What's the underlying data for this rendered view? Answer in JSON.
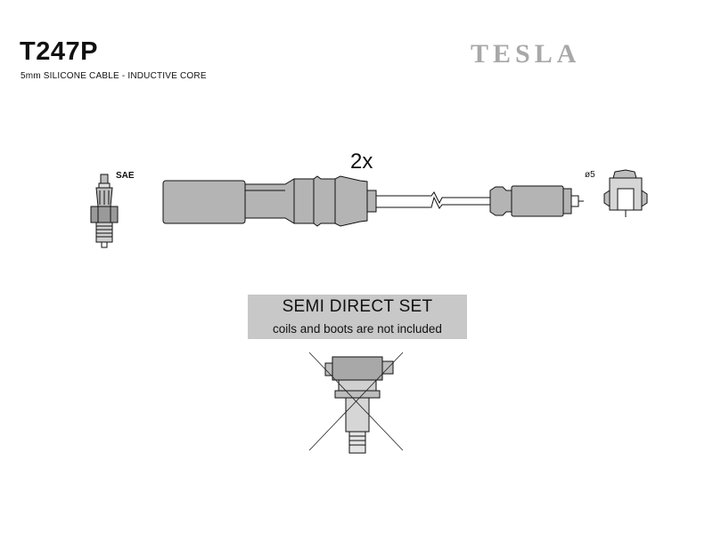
{
  "header": {
    "part_number": "T247P",
    "description": "5mm SILICONE CABLE - INDUCTIVE CORE",
    "brand": "TESLA"
  },
  "cable": {
    "quantity": "2x",
    "plug_end_label": "SAE",
    "terminal_label": "ø5"
  },
  "notice": {
    "title": "SEMI DIRECT SET",
    "note": "coils and boots are not included"
  },
  "colors": {
    "ink": "#111111",
    "part_fill": "#b4b4b4",
    "notice_bg": "#c8c8c8",
    "brand_gray": "#a8a8a8"
  }
}
